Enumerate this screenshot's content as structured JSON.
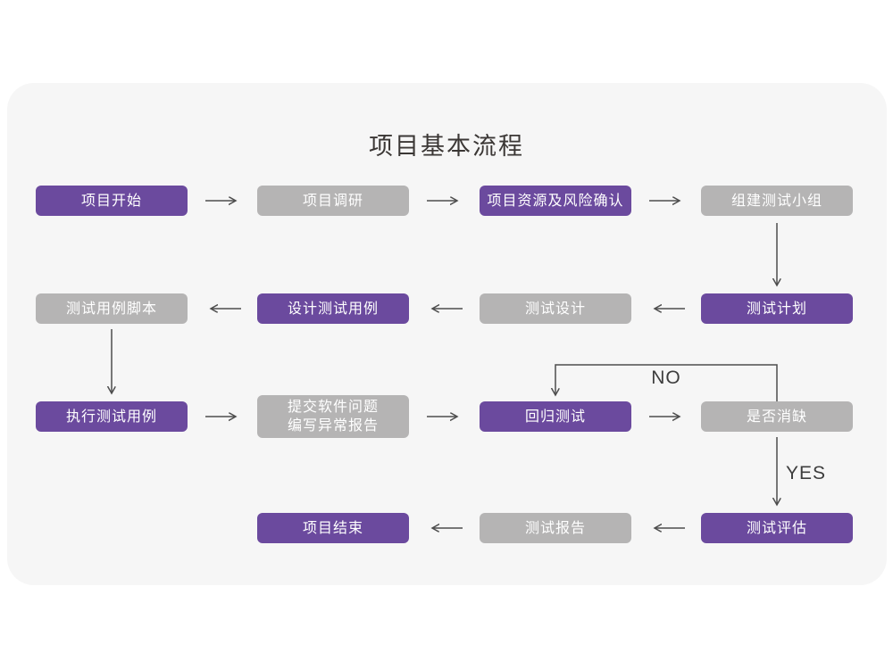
{
  "title": "项目基本流程",
  "colors": {
    "purple": "#6b4a9e",
    "gray": "#b5b4b4",
    "card-bg": "#f6f6f6",
    "page-bg": "#ffffff",
    "arrow": "#4d4d4d",
    "title-color": "#3b3735",
    "node-text": "#ffffff"
  },
  "nodes": [
    {
      "id": "project-start",
      "label": "项目开始",
      "variant": "purple"
    },
    {
      "id": "project-research",
      "label": "项目调研",
      "variant": "gray"
    },
    {
      "id": "resource-risk-confirm",
      "label": "项目资源及风险确认",
      "variant": "purple"
    },
    {
      "id": "build-test-team",
      "label": "组建测试小组",
      "variant": "gray"
    },
    {
      "id": "test-case-script",
      "label": "测试用例脚本",
      "variant": "gray"
    },
    {
      "id": "design-test-case",
      "label": "设计测试用例",
      "variant": "purple"
    },
    {
      "id": "test-design",
      "label": "测试设计",
      "variant": "gray"
    },
    {
      "id": "test-plan",
      "label": "测试计划",
      "variant": "purple"
    },
    {
      "id": "execute-test-case",
      "label": "执行测试用例",
      "variant": "purple"
    },
    {
      "id": "submit-issue-report",
      "label": "提交软件问题\n编写异常报告",
      "variant": "gray"
    },
    {
      "id": "regression-test",
      "label": "回归测试",
      "variant": "purple"
    },
    {
      "id": "defect-resolved",
      "label": "是否消缺",
      "variant": "gray"
    },
    {
      "id": "project-end",
      "label": "项目结束",
      "variant": "purple"
    },
    {
      "id": "test-report",
      "label": "测试报告",
      "variant": "gray"
    },
    {
      "id": "test-evaluation",
      "label": "测试评估",
      "variant": "purple"
    }
  ],
  "edges": [
    {
      "from": "project-start",
      "to": "project-research",
      "label": ""
    },
    {
      "from": "project-research",
      "to": "resource-risk-confirm",
      "label": ""
    },
    {
      "from": "resource-risk-confirm",
      "to": "build-test-team",
      "label": ""
    },
    {
      "from": "build-test-team",
      "to": "test-plan",
      "label": ""
    },
    {
      "from": "test-plan",
      "to": "test-design",
      "label": ""
    },
    {
      "from": "test-design",
      "to": "design-test-case",
      "label": ""
    },
    {
      "from": "design-test-case",
      "to": "test-case-script",
      "label": ""
    },
    {
      "from": "test-case-script",
      "to": "execute-test-case",
      "label": ""
    },
    {
      "from": "execute-test-case",
      "to": "submit-issue-report",
      "label": ""
    },
    {
      "from": "submit-issue-report",
      "to": "regression-test",
      "label": ""
    },
    {
      "from": "regression-test",
      "to": "defect-resolved",
      "label": ""
    },
    {
      "from": "defect-resolved",
      "to": "regression-test",
      "label": "NO"
    },
    {
      "from": "defect-resolved",
      "to": "test-evaluation",
      "label": "YES"
    },
    {
      "from": "test-evaluation",
      "to": "test-report",
      "label": ""
    },
    {
      "from": "test-report",
      "to": "project-end",
      "label": ""
    }
  ],
  "edge_labels": {
    "no": "NO",
    "yes": "YES"
  }
}
